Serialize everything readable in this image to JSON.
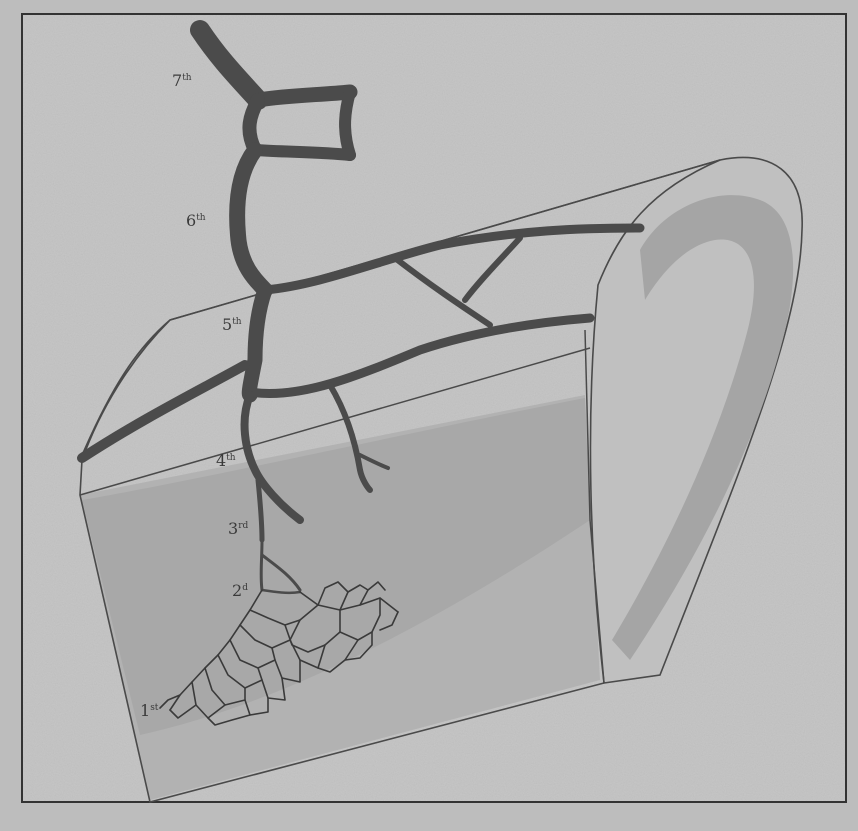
{
  "colors": {
    "paper": "#c4c4c4",
    "border": "#333333",
    "outline": "#4a4a4a",
    "shaded_band": "#a9a9a9",
    "vessel": "#4b4b4b",
    "capillary": "#3a3a3a"
  },
  "labels": {
    "l7": {
      "num": "7",
      "suffix": "th"
    },
    "l6": {
      "num": "6",
      "suffix": "th"
    },
    "l5": {
      "num": "5",
      "suffix": "th"
    },
    "l4": {
      "num": "4",
      "suffix": "th"
    },
    "l3": {
      "num": "3",
      "suffix": "rd"
    },
    "l2": {
      "num": "2",
      "suffix": "d"
    },
    "l1": {
      "num": "1",
      "suffix": "st"
    }
  }
}
